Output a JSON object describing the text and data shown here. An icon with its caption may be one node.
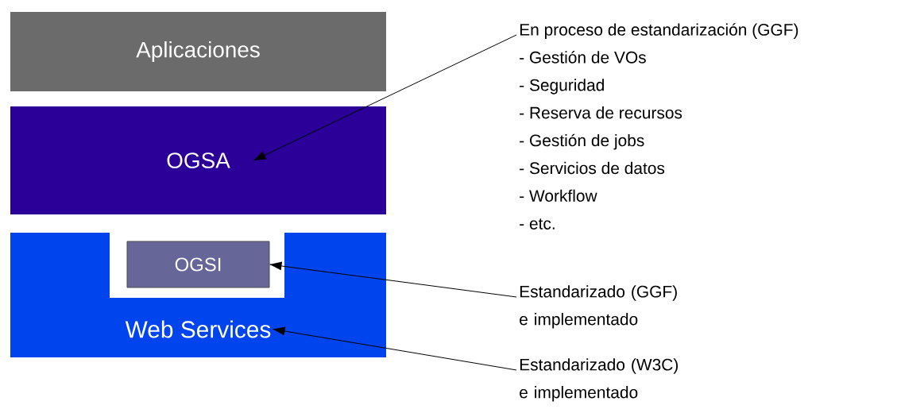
{
  "diagram": {
    "nodes": [
      {
        "text": [
          "Aplicaciones"
        ]
      },
      {
        "text": [
          "OGSA"
        ]
      },
      {
        "text": [
          "Web Services"
        ]
      },
      {
        "text": [
          "OGSI"
        ],
        "in": 2
      },
      {
        "text": [
          "En proceso de estandarización (GGF)",
          "- Gestión de VOs",
          "- Seguridad",
          "- Reserva de recursos",
          "- Gestión de jobs",
          "- Servicios de datos",
          "- Workflow",
          "- etc."
        ]
      },
      {
        "text": [
          "Estandarizado (GGF) e implementado"
        ]
      },
      {
        "text": [
          "Estandarizado (W3C) e implementado"
        ]
      }
    ],
    "edges": [
      {
        "from": 4,
        "to": 1,
        "arrow": "to"
      },
      {
        "from": 5,
        "to": 3,
        "arrow": "to"
      },
      {
        "from": 6,
        "to": 2,
        "arrow": "to"
      }
    ]
  }
}
